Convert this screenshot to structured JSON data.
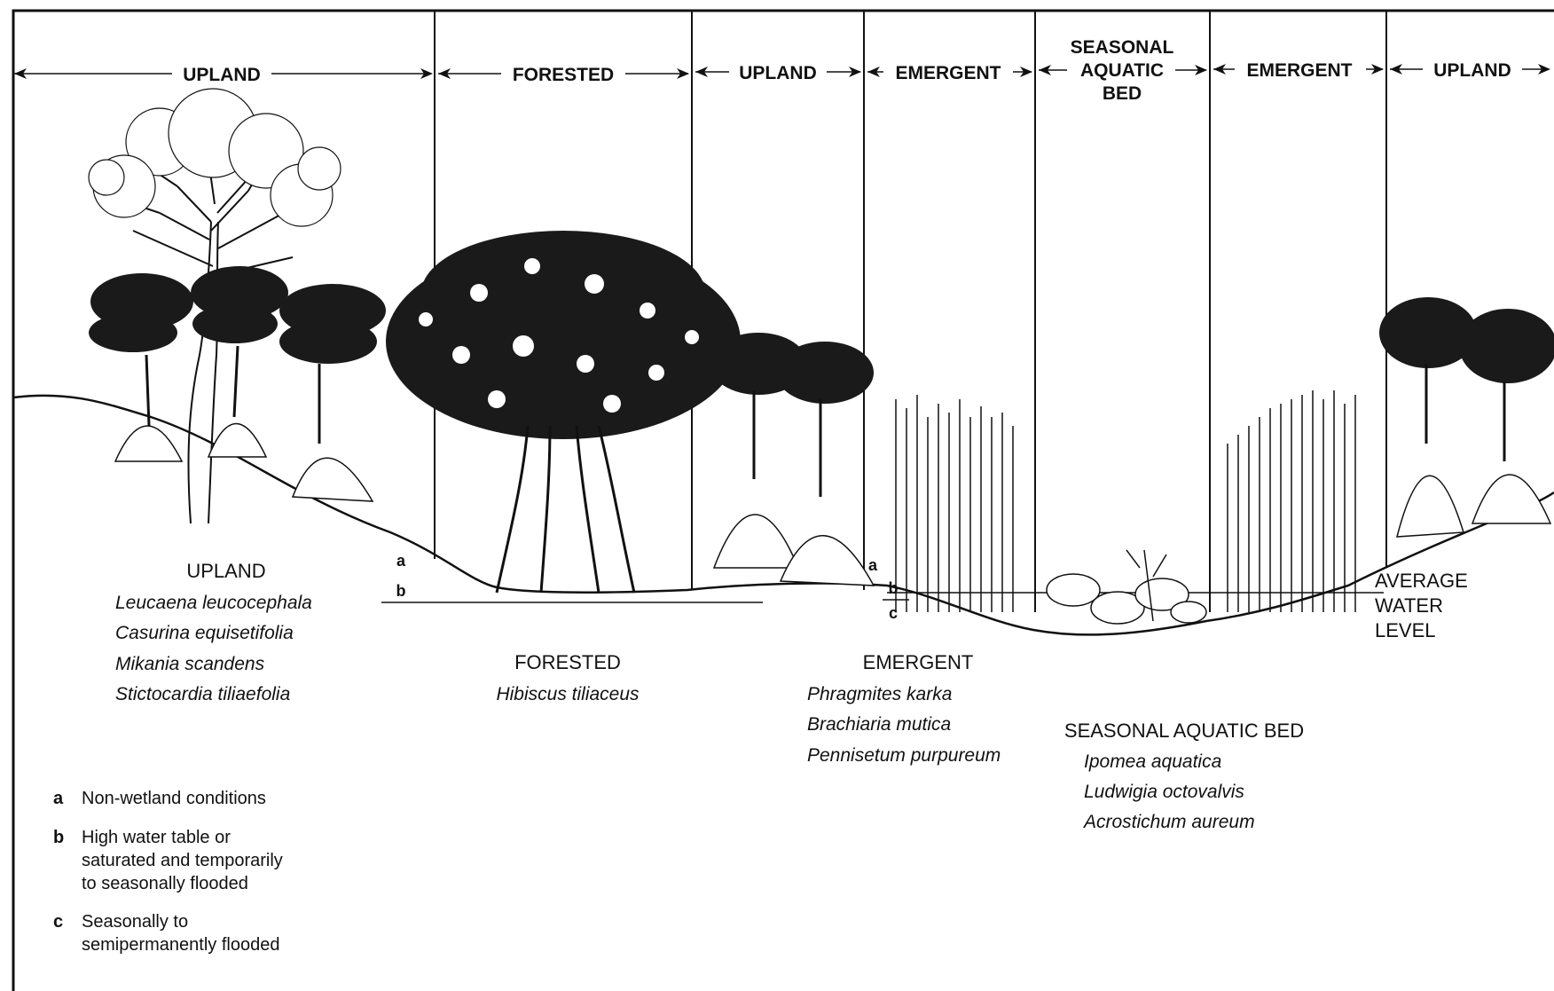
{
  "header_zones": [
    {
      "lines": [
        "UPLAND"
      ]
    },
    {
      "lines": [
        "FORESTED"
      ]
    },
    {
      "lines": [
        "UPLAND"
      ]
    },
    {
      "lines": [
        "EMERGENT"
      ]
    },
    {
      "lines": [
        "SEASONAL",
        "AQUATIC",
        "BED"
      ]
    },
    {
      "lines": [
        "EMERGENT"
      ]
    },
    {
      "lines": [
        "UPLAND"
      ]
    }
  ],
  "species_groups": [
    {
      "title": "UPLAND",
      "species": [
        "Leucaena leucocephala",
        "Casurina equisetifolia",
        "Mikania scandens",
        "Stictocardia tiliaefolia"
      ]
    },
    {
      "title": "FORESTED",
      "species": [
        "Hibiscus tiliaceus"
      ]
    },
    {
      "title": "EMERGENT",
      "species": [
        "Phragmites karka",
        "Brachiaria mutica",
        "Pennisetum purpureum"
      ]
    },
    {
      "title": "SEASONAL AQUATIC BED",
      "species": [
        "Ipomea aquatica",
        "Ludwigia octovalvis",
        "Acrostichum aureum"
      ]
    }
  ],
  "water_level_label": [
    "AVERAGE",
    "WATER",
    "LEVEL"
  ],
  "level_markers": {
    "left": [
      "a",
      "b"
    ],
    "right": [
      "a",
      "b",
      "c"
    ]
  },
  "legend": [
    {
      "key": "a",
      "lines": [
        "Non-wetland conditions"
      ]
    },
    {
      "key": "b",
      "lines": [
        "High water table or",
        "saturated and temporarily",
        "to seasonally flooded"
      ]
    },
    {
      "key": "c",
      "lines": [
        "Seasonally to",
        "semipermanently flooded"
      ]
    }
  ],
  "colors": {
    "ink": "#111111",
    "background": "#ffffff",
    "foliage": "#1a1a1a"
  }
}
